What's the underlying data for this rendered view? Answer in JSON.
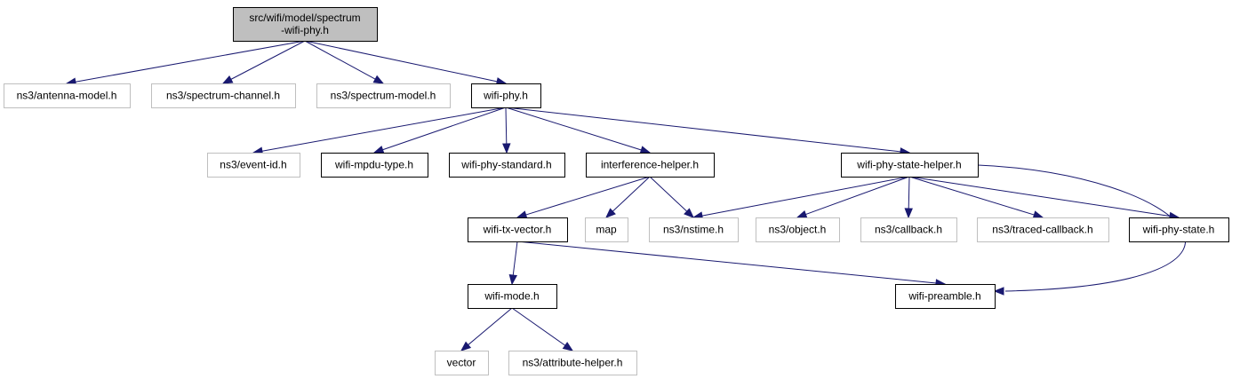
{
  "diagram": {
    "nodes": [
      {
        "id": "root",
        "label": "src/wifi/model/spectrum\n-wifi-phy.h",
        "kind": "root"
      },
      {
        "id": "antenna",
        "label": "ns3/antenna-model.h",
        "kind": "external"
      },
      {
        "id": "spchannel",
        "label": "ns3/spectrum-channel.h",
        "kind": "external"
      },
      {
        "id": "spmodel",
        "label": "ns3/spectrum-model.h",
        "kind": "external"
      },
      {
        "id": "wifiphy",
        "label": "wifi-phy.h",
        "kind": "local"
      },
      {
        "id": "eventid",
        "label": "ns3/event-id.h",
        "kind": "external"
      },
      {
        "id": "mpdutype",
        "label": "wifi-mpdu-type.h",
        "kind": "local"
      },
      {
        "id": "phystd",
        "label": "wifi-phy-standard.h",
        "kind": "local"
      },
      {
        "id": "interf",
        "label": "interference-helper.h",
        "kind": "local"
      },
      {
        "id": "statehelper",
        "label": "wifi-phy-state-helper.h",
        "kind": "local"
      },
      {
        "id": "txvector",
        "label": "wifi-tx-vector.h",
        "kind": "local"
      },
      {
        "id": "map",
        "label": "map",
        "kind": "external"
      },
      {
        "id": "nstime",
        "label": "ns3/nstime.h",
        "kind": "external"
      },
      {
        "id": "object",
        "label": "ns3/object.h",
        "kind": "external"
      },
      {
        "id": "callback",
        "label": "ns3/callback.h",
        "kind": "external"
      },
      {
        "id": "traced",
        "label": "ns3/traced-callback.h",
        "kind": "external"
      },
      {
        "id": "phystate",
        "label": "wifi-phy-state.h",
        "kind": "local"
      },
      {
        "id": "mode",
        "label": "wifi-mode.h",
        "kind": "local"
      },
      {
        "id": "preamble",
        "label": "wifi-preamble.h",
        "kind": "local"
      },
      {
        "id": "vector",
        "label": "vector",
        "kind": "external"
      },
      {
        "id": "attr",
        "label": "ns3/attribute-helper.h",
        "kind": "external"
      }
    ],
    "edges": [
      {
        "from": "root",
        "to": "antenna"
      },
      {
        "from": "root",
        "to": "spchannel"
      },
      {
        "from": "root",
        "to": "spmodel"
      },
      {
        "from": "root",
        "to": "wifiphy"
      },
      {
        "from": "wifiphy",
        "to": "eventid"
      },
      {
        "from": "wifiphy",
        "to": "mpdutype"
      },
      {
        "from": "wifiphy",
        "to": "phystd"
      },
      {
        "from": "wifiphy",
        "to": "interf"
      },
      {
        "from": "wifiphy",
        "to": "statehelper"
      },
      {
        "from": "interf",
        "to": "txvector"
      },
      {
        "from": "interf",
        "to": "map"
      },
      {
        "from": "interf",
        "to": "nstime"
      },
      {
        "from": "statehelper",
        "to": "nstime"
      },
      {
        "from": "statehelper",
        "to": "object"
      },
      {
        "from": "statehelper",
        "to": "callback"
      },
      {
        "from": "statehelper",
        "to": "traced"
      },
      {
        "from": "statehelper",
        "to": "phystate"
      },
      {
        "from": "statehelper",
        "to": "preamble"
      },
      {
        "from": "txvector",
        "to": "mode"
      },
      {
        "from": "txvector",
        "to": "preamble"
      },
      {
        "from": "mode",
        "to": "vector"
      },
      {
        "from": "mode",
        "to": "attr"
      }
    ]
  }
}
